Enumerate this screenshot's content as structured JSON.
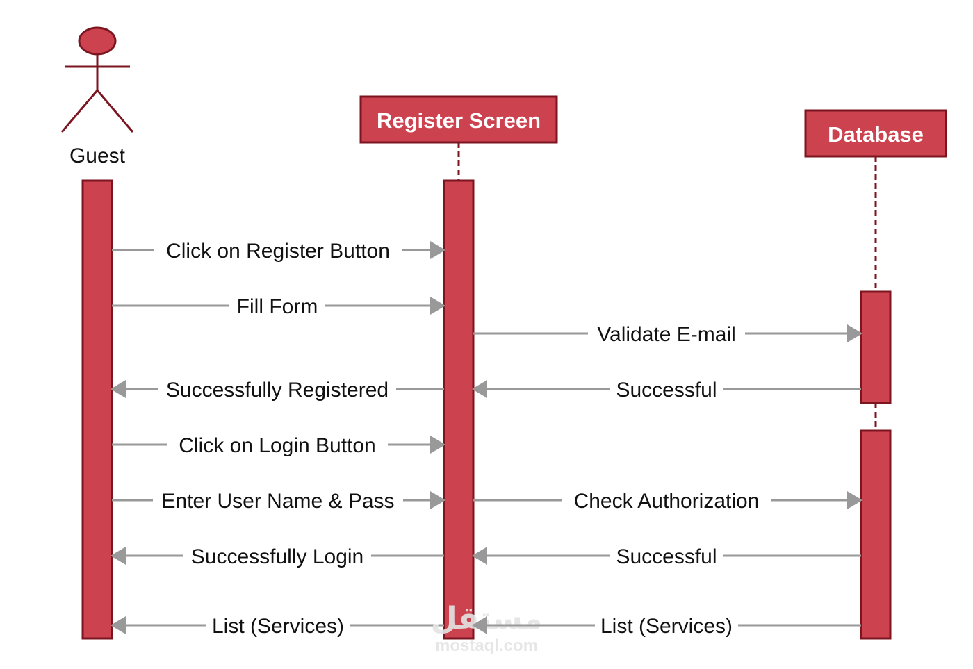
{
  "colors": {
    "fill": "#cc434f",
    "stroke": "#7b1620",
    "arrow": "#999999",
    "text": "#111111"
  },
  "participants": {
    "guest": {
      "label": "Guest"
    },
    "register": {
      "label": "Register Screen"
    },
    "database": {
      "label": "Database"
    }
  },
  "messages": [
    {
      "label": "Click on Register Button"
    },
    {
      "label": "Fill Form"
    },
    {
      "label": "Validate  E-mail"
    },
    {
      "label": "Successfully Registered"
    },
    {
      "label": "Successful"
    },
    {
      "label": "Click on Login Button"
    },
    {
      "label": "Enter User Name & Pass"
    },
    {
      "label": "Check Authorization"
    },
    {
      "label": "Successfully Login"
    },
    {
      "label": "Successful"
    },
    {
      "label": "List (Services)"
    },
    {
      "label": "List (Services)"
    }
  ],
  "watermark": {
    "main": "مستقل",
    "sub": "mostaql.com"
  }
}
